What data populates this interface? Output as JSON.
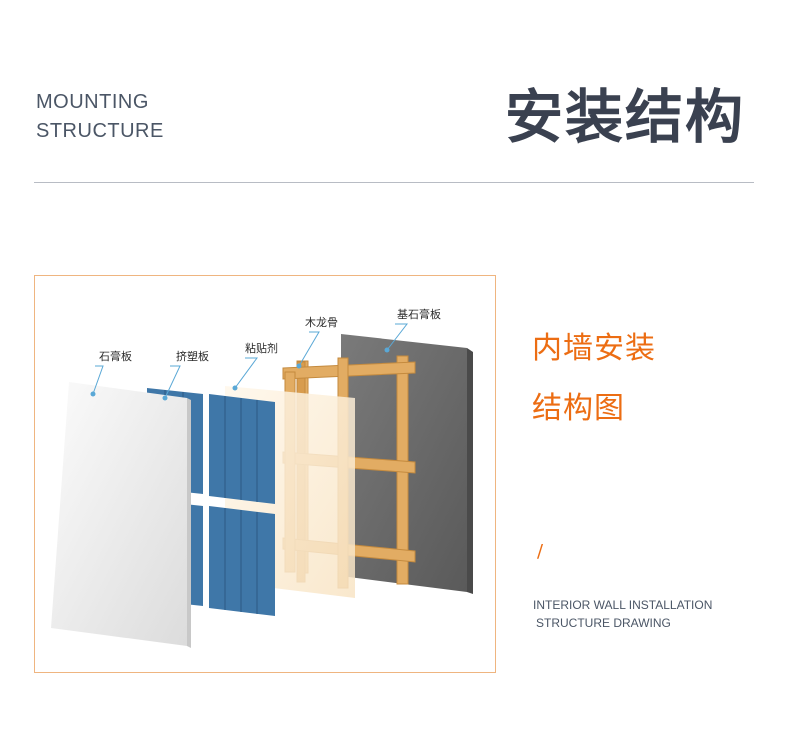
{
  "header": {
    "en_line1": "MOUNTING",
    "en_line2": "STRUCTURE",
    "cn_title": "安装结构"
  },
  "diagram": {
    "labels": {
      "gypsum_board": "石膏板",
      "xps_board": "挤塑板",
      "adhesive": "粘贴剂",
      "wood_keel": "木龙骨",
      "base_stone_board": "基石膏板"
    },
    "colors": {
      "frame_border": "#efb580",
      "xps_blue": "#3f77a8",
      "wood": "#e2ac63",
      "stone_gray": "#6e6e6e",
      "callout": "#5aa8d6"
    }
  },
  "side": {
    "cn_line1": "内墙安装",
    "cn_line2": "结构图",
    "slash": "/",
    "en_line1": "INTERIOR WALL INSTALLATION",
    "en_line2": "STRUCTURE DRAWING",
    "accent_color": "#ec6d13"
  }
}
